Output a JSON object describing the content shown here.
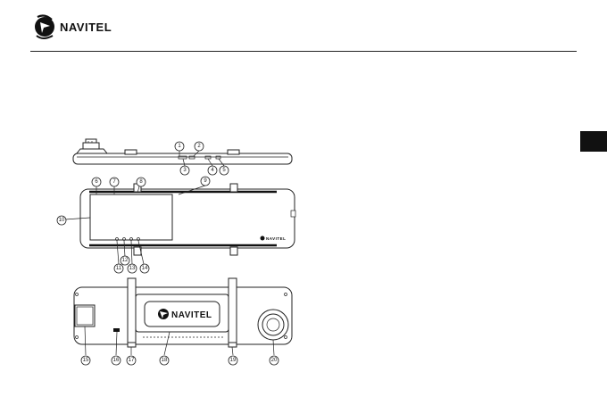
{
  "header": {
    "brand_name": "NAVITEL"
  },
  "figure": {
    "front_logo_text": "NAVITEL",
    "rear_logo_text": "NAVITEL",
    "callouts": [
      "1",
      "2",
      "3",
      "4",
      "5",
      "6",
      "7",
      "8",
      "9",
      "10",
      "11",
      "12",
      "13",
      "14",
      "15",
      "16",
      "17",
      "18",
      "19",
      "20"
    ]
  },
  "colors": {
    "ink": "#222222",
    "tab": "#111111",
    "background": "#ffffff"
  }
}
